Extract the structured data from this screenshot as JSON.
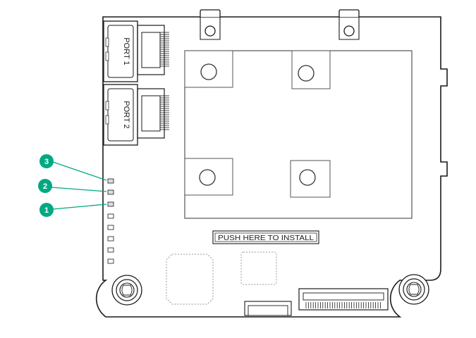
{
  "ports": [
    {
      "label": "PORT 1"
    },
    {
      "label": "PORT 2"
    }
  ],
  "push_label": "PUSH HERE TO INSTALL",
  "callouts": [
    {
      "number": "3"
    },
    {
      "number": "2"
    },
    {
      "number": "1"
    }
  ],
  "colors": {
    "callout_fill": "#01A982",
    "callout_text": "#ffffff",
    "outline": "#1a1a1a",
    "ssd_stroke": "#b3b3b3",
    "leader": "#01A982"
  }
}
